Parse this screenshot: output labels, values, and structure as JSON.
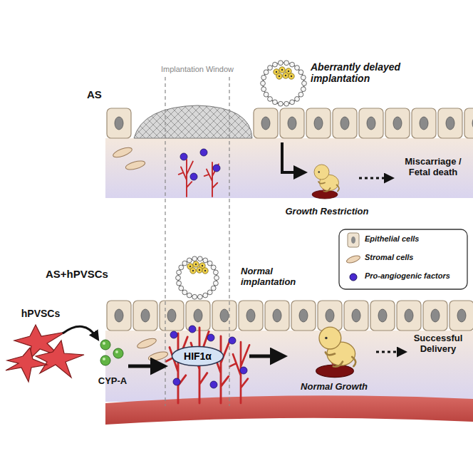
{
  "diagram": {
    "nodes": [
      {
        "text": [
          "HIF1α"
        ]
      }
    ],
    "labels": [
      "Implantation Window",
      "AS",
      "Aberrantly delayed implantation",
      "Miscarriage / Fetal death",
      "Growth Restriction",
      "Normal implantation",
      "AS+hPVSCs",
      "hPVSCs",
      "CYP-A",
      "Successful Delivery",
      "Normal Growth"
    ],
    "legend": [
      {
        "text": "Epithelial cells"
      },
      {
        "text": "Stromal cells"
      },
      {
        "text": "Pro-angiogenic factors"
      }
    ]
  }
}
